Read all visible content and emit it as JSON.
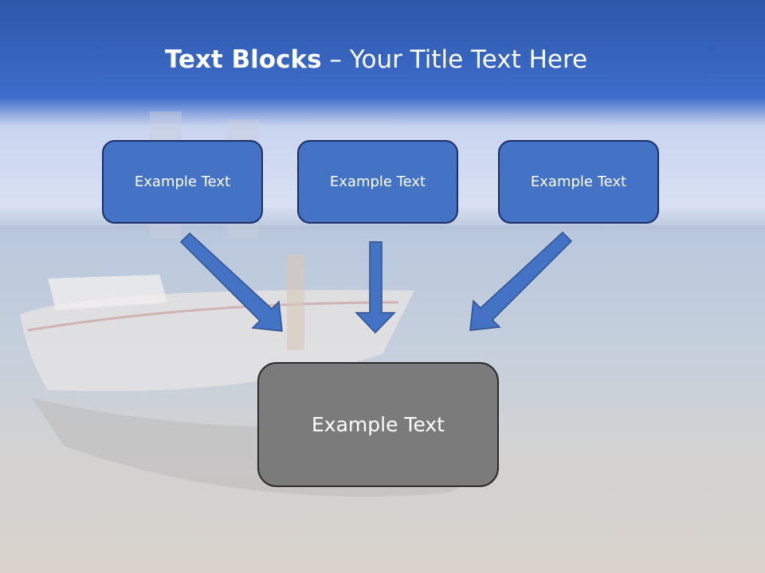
{
  "title": {
    "bold": "Text Blocks",
    "separator": " – ",
    "rest": "Your Title Text Here"
  },
  "blocks": [
    {
      "label": "Example Text"
    },
    {
      "label": "Example Text"
    },
    {
      "label": "Example Text"
    }
  ],
  "target": {
    "label": "Example Text"
  },
  "colors": {
    "header": "#3a69c0",
    "block_fill": "#4472c4",
    "block_border": "#1c2f66",
    "target_fill": "#7b7b7b",
    "target_border": "#2a2a2a",
    "arrow_fill": "#4472c4",
    "arrow_stroke": "#2f528f"
  }
}
